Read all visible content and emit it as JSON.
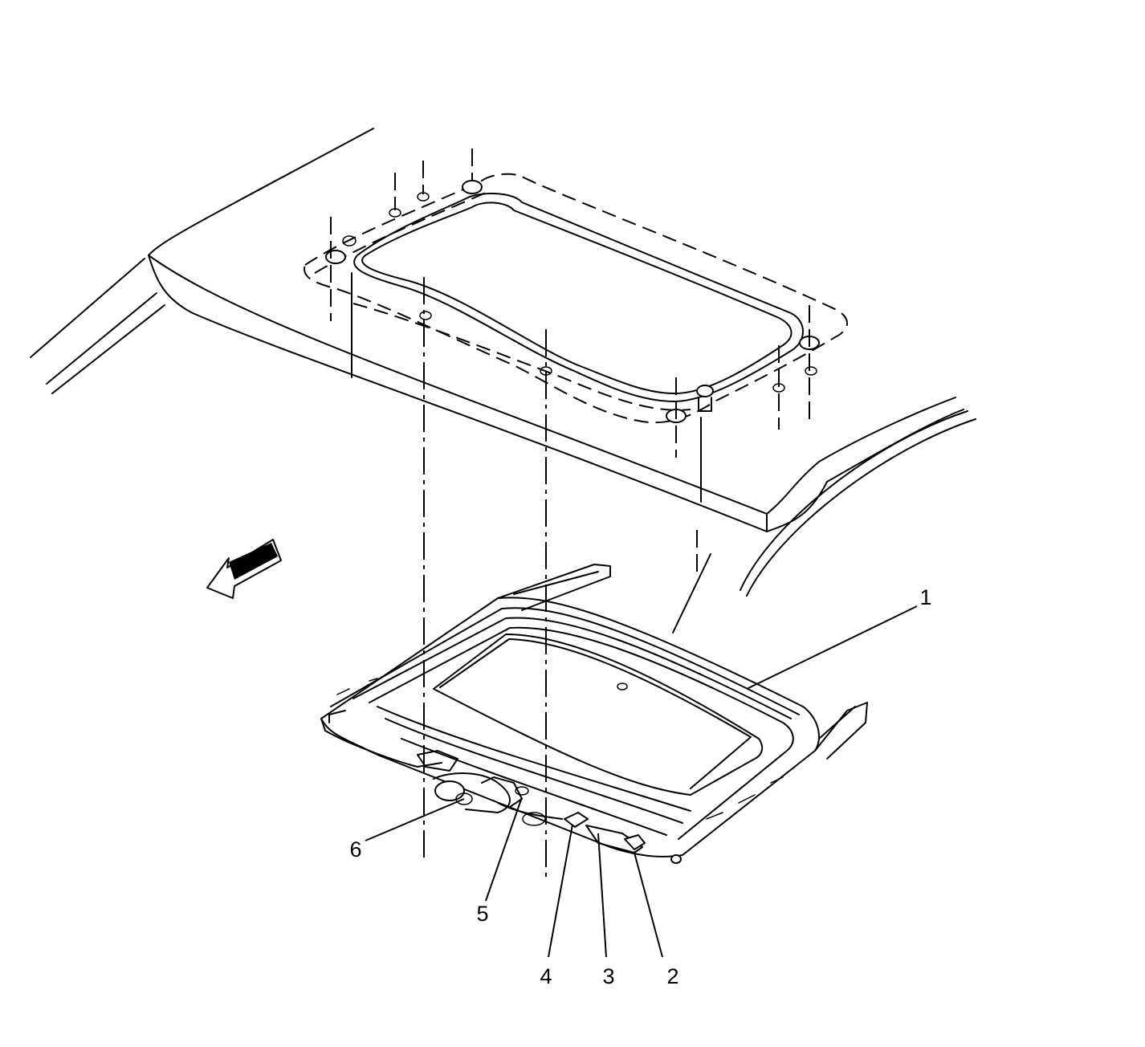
{
  "diagram": {
    "callouts": [
      {
        "id": "1",
        "label": "1"
      },
      {
        "id": "2",
        "label": "2"
      },
      {
        "id": "3",
        "label": "3"
      },
      {
        "id": "4",
        "label": "4"
      },
      {
        "id": "5",
        "label": "5"
      },
      {
        "id": "6",
        "label": "6"
      }
    ],
    "icons": {
      "direction": "front-arrow-icon"
    },
    "colors": {
      "line": "#000000",
      "background": "#ffffff"
    }
  }
}
